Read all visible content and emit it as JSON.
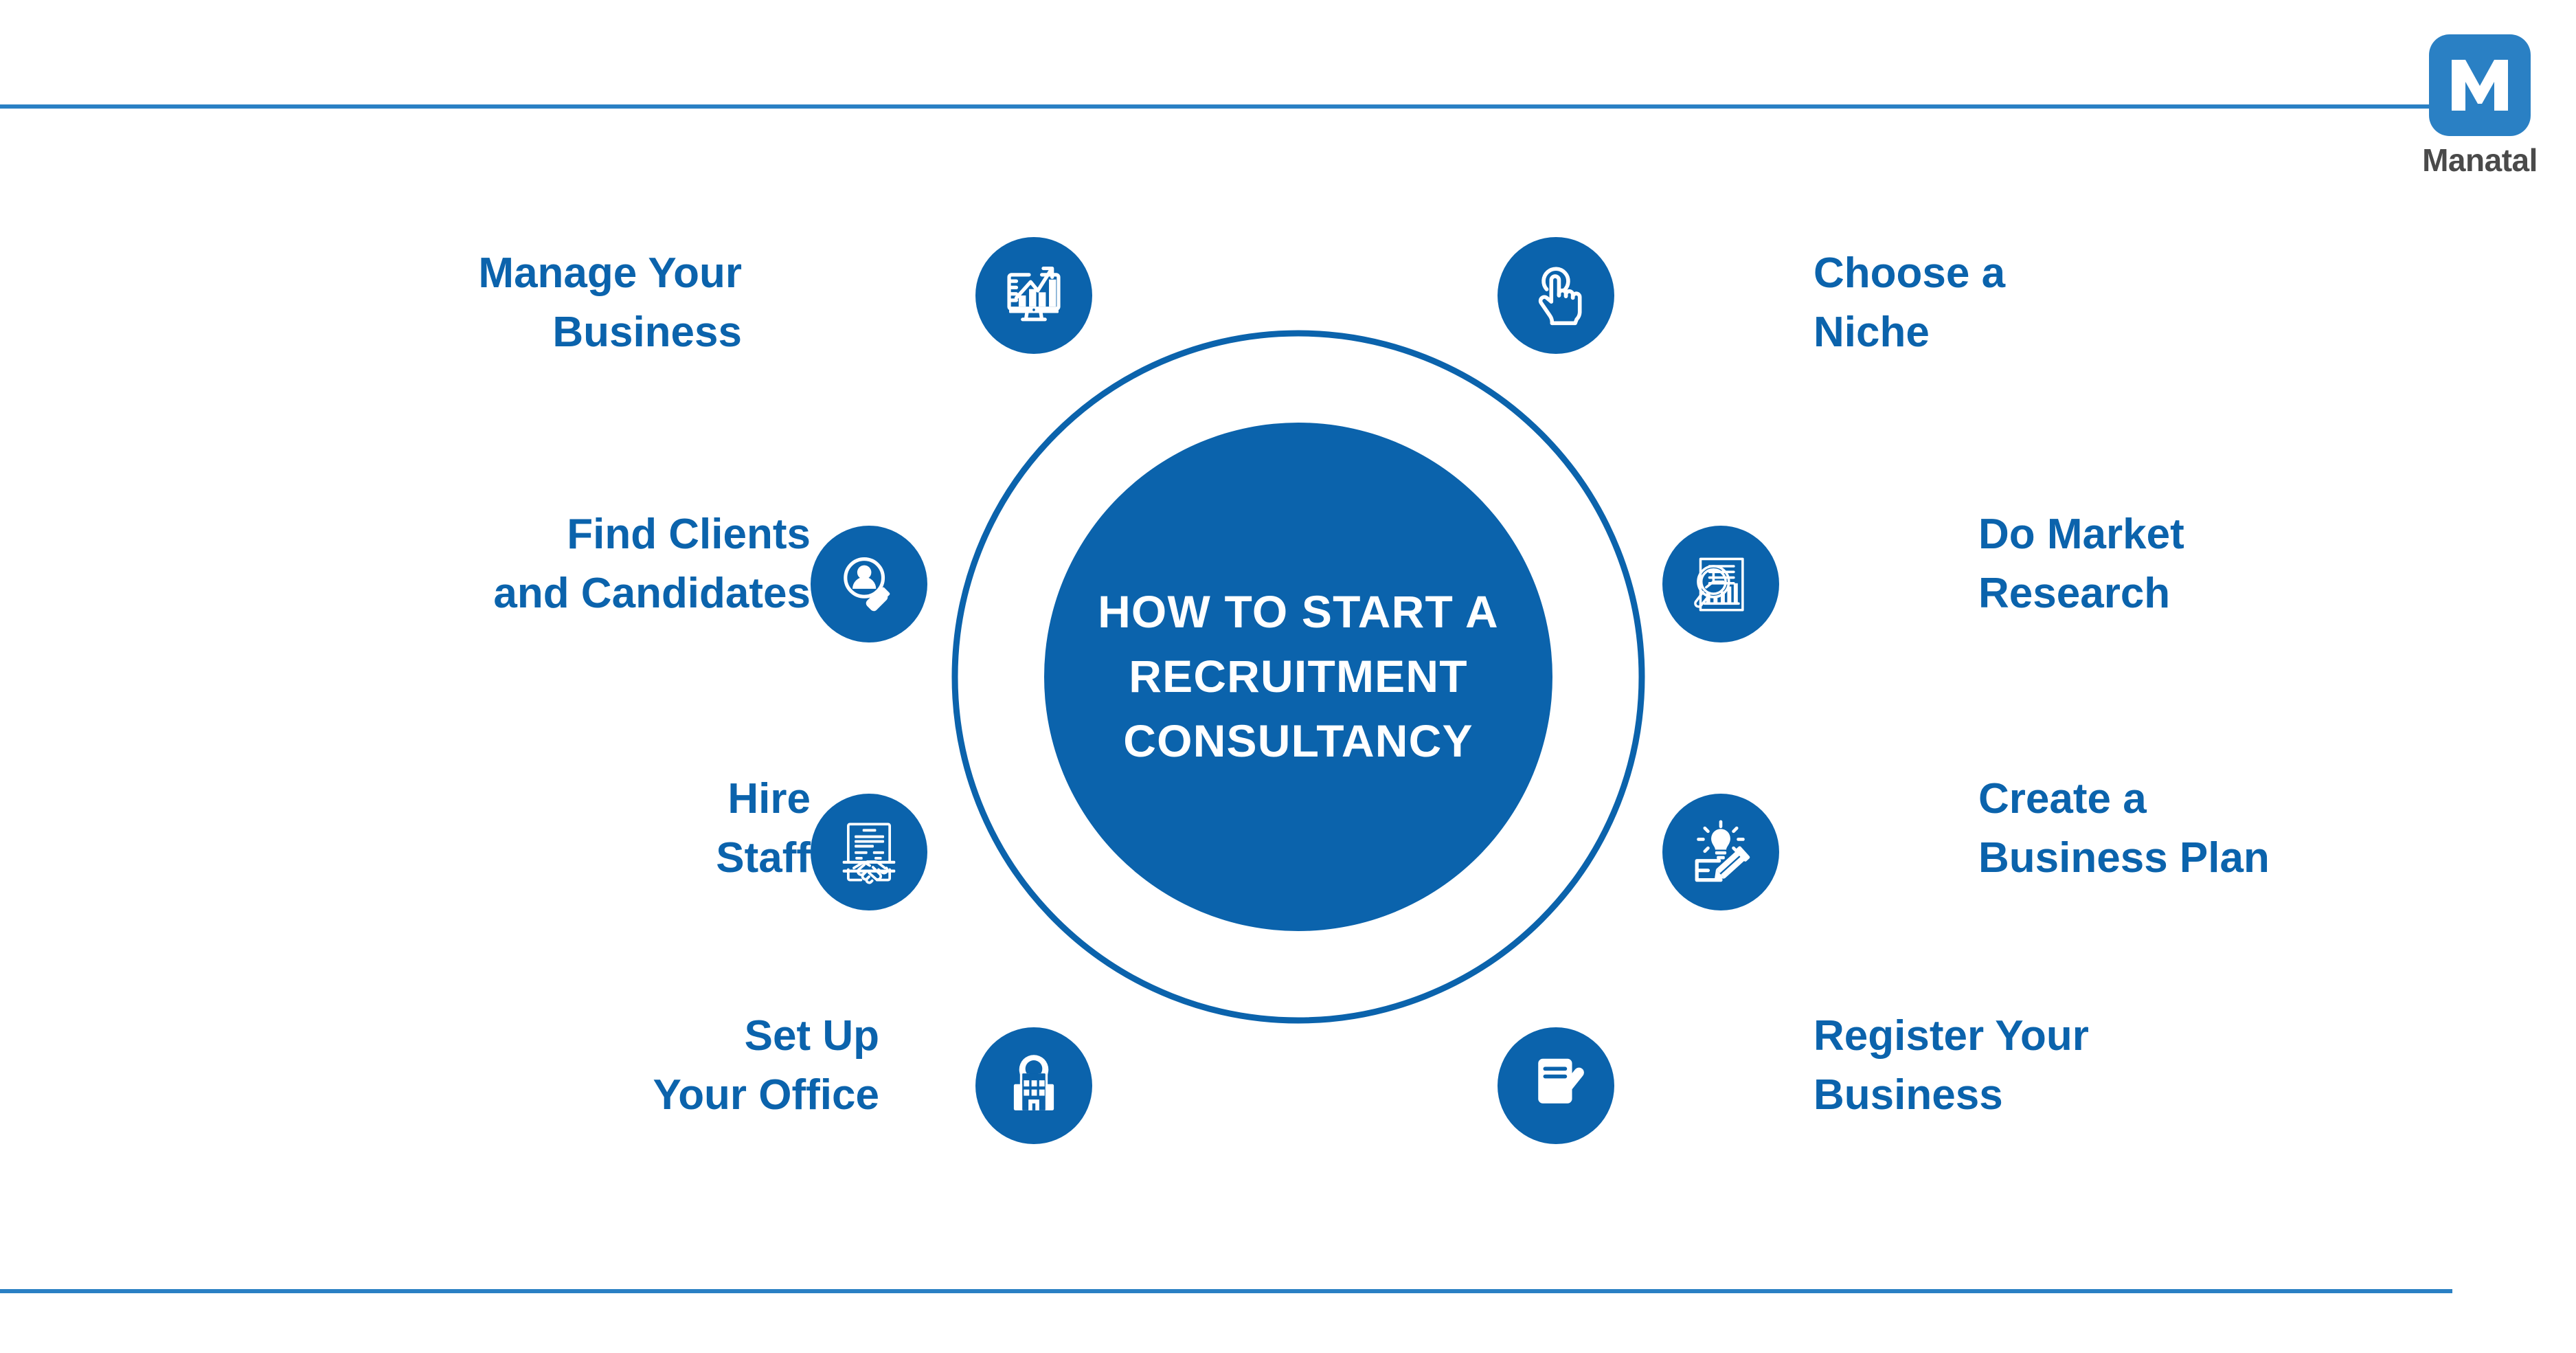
{
  "brand": {
    "logo_letter": "M",
    "name": "Manatal",
    "accent_color": "#2a80c4"
  },
  "colors": {
    "primary_blue": "#0b63ac",
    "rule_blue": "#2a80c4",
    "background": "#ffffff",
    "text_white": "#ffffff"
  },
  "hub": {
    "title": "HOW TO\nSTART A\nRECRUITMENT\nCONSULTANCY"
  },
  "steps": [
    {
      "id": "manage-your-business",
      "label": "Manage Your\nBusiness",
      "icon": "monitor-growth-chart-icon",
      "side": "left"
    },
    {
      "id": "choose-a-niche",
      "label": "Choose a\nNiche",
      "icon": "pointing-hand-icon",
      "side": "right"
    },
    {
      "id": "do-market-research",
      "label": "Do Market\nResearch",
      "icon": "report-magnifier-icon",
      "side": "right"
    },
    {
      "id": "create-a-business-plan",
      "label": "Create a\nBusiness Plan",
      "icon": "lightbulb-pencil-icon",
      "side": "right"
    },
    {
      "id": "register-your-business",
      "label": "Register Your\nBusiness",
      "icon": "document-check-icon",
      "side": "right"
    },
    {
      "id": "set-up-your-office",
      "label": "Set Up\nYour Office",
      "icon": "office-location-pin-icon",
      "side": "left"
    },
    {
      "id": "hire-staff",
      "label": "Hire\nStaff",
      "icon": "contract-handshake-icon",
      "side": "left"
    },
    {
      "id": "find-clients-and-candidates",
      "label": "Find Clients\nand Candidates",
      "icon": "person-magnifier-icon",
      "side": "left"
    }
  ],
  "chart_data": {
    "type": "diagram",
    "title": "HOW TO START A RECRUITMENT CONSULTANCY",
    "layout": "radial-cycle",
    "node_count": 8,
    "categories": [
      "Manage Your Business",
      "Choose a Niche",
      "Do Market Research",
      "Create a Business Plan",
      "Register Your Business",
      "Set Up Your Office",
      "Hire Staff",
      "Find Clients and Candidates"
    ],
    "legend": "none",
    "grid": false
  }
}
